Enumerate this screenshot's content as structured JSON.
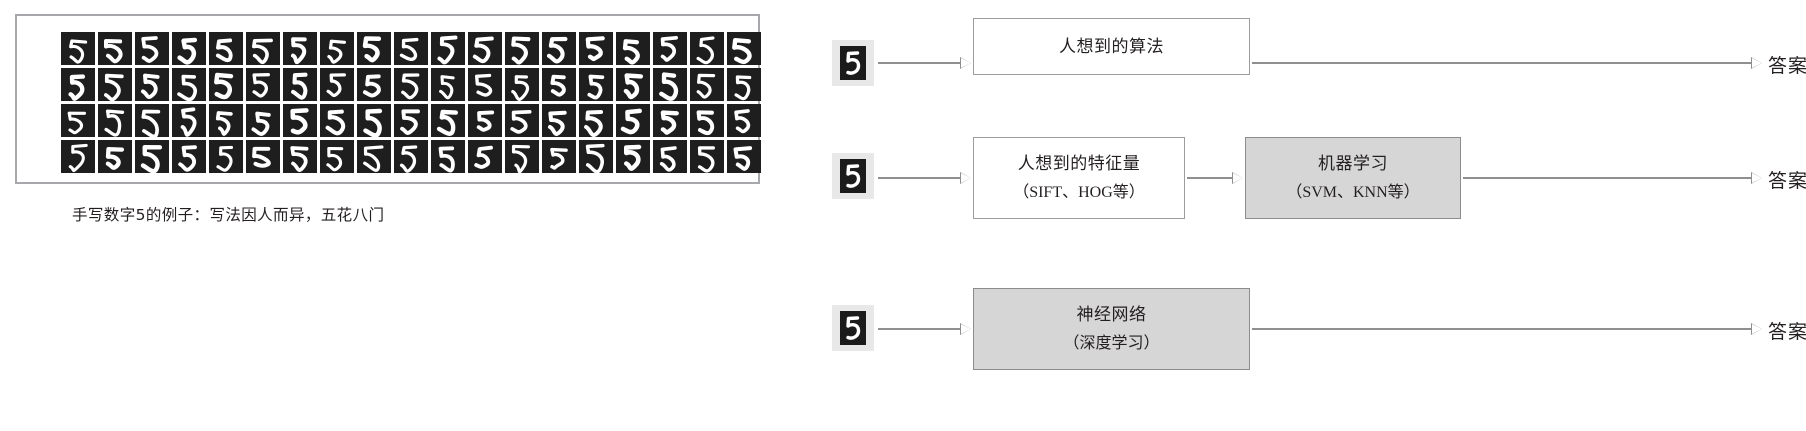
{
  "left_panel": {
    "name": "mnist-samples",
    "caption": "手写数字5的例子：写法因人而异，五花八门",
    "grid": {
      "rows": 4,
      "cols": 19,
      "digit": "5",
      "tile_bg": "#1e1e1e",
      "stroke": "#ffffff"
    },
    "panel_border_color": "#a6a8ab"
  },
  "flow": {
    "input_icon_name": "handwritten-5-thumbnail",
    "arrow_color": "#8d8f91",
    "filled_box_color": "#d6d6d6",
    "plain_box_color": "#ffffff",
    "rows": [
      {
        "id": "row-1",
        "nodes": [
          {
            "id": "algorithm",
            "line1": "人想到的算法",
            "line2": "",
            "filled": false
          }
        ],
        "answer": "答案"
      },
      {
        "id": "row-2",
        "nodes": [
          {
            "id": "features",
            "line1": "人想到的特征量",
            "line2": "（SIFT、HOG等）",
            "filled": false
          },
          {
            "id": "machine-learning",
            "line1": "机器学习",
            "line2": "（SVM、KNN等）",
            "filled": true
          }
        ],
        "answer": "答案"
      },
      {
        "id": "row-3",
        "nodes": [
          {
            "id": "neural-network",
            "line1": "神经网络",
            "line2": "（深度学习）",
            "filled": true
          }
        ],
        "answer": "答案"
      }
    ]
  }
}
